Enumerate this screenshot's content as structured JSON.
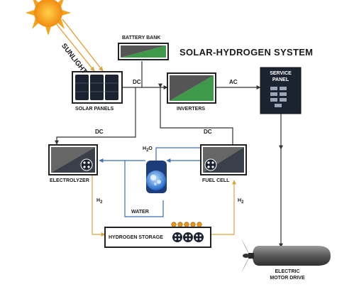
{
  "title": "SOLAR-HYDROGEN SYSTEM",
  "labels": {
    "sunlight": "SUNLIGHT",
    "battery_bank": "BATTERY BANK",
    "solar_panels": "SOLAR PANELS",
    "inverters": "INVERTERS",
    "service_panel_line1": "SERVICE",
    "service_panel_line2": "PANEL",
    "electrolyzer": "ELECTROLYZER",
    "fuel_cell": "FUEL CELL",
    "water": "WATER",
    "h2o_main": "H",
    "h2o_sub": "2",
    "h2o_end": "O",
    "hydrogen_storage": "HYDROGEN STORAGE",
    "motor_line1": "ELECTRIC",
    "motor_line2": "MOTOR DRIVE",
    "h2_left_main": "H",
    "h2_left_sub": "2",
    "h2_right_main": "H",
    "h2_right_sub": "2"
  },
  "flows": {
    "dc_solar_to_inverter": "DC",
    "ac_inverter_to_panel": "AC",
    "dc_to_electrolyzer": "DC",
    "dc_fuel_cell_return": "DC"
  },
  "colors": {
    "electric_line": "#333333",
    "water_line": "#3a6fb5",
    "hydrogen_line": "#d9a441",
    "sun": "#f4a21a",
    "panel_dark": "#1c2330",
    "module_green": "#3e9a4a"
  }
}
